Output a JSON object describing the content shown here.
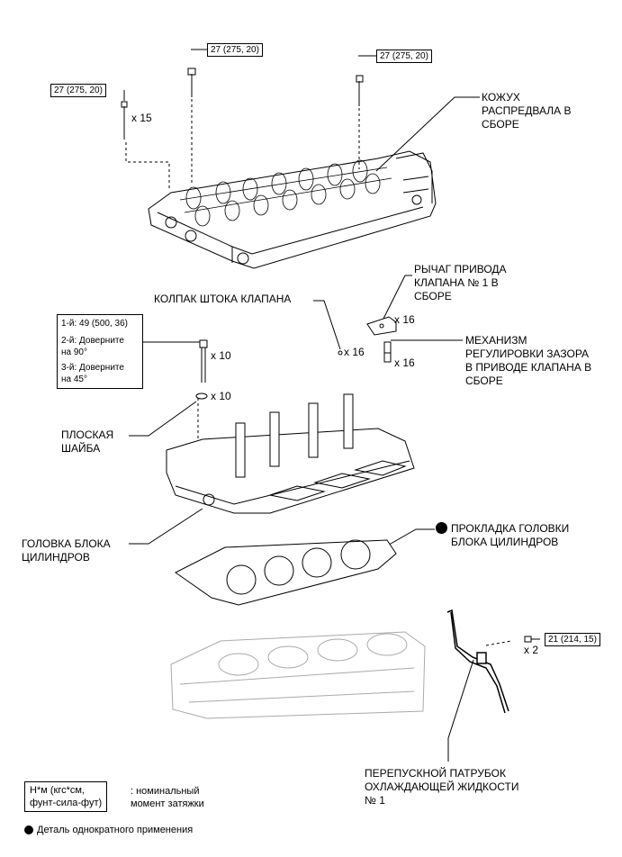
{
  "torque_specs": {
    "cam_top_center": "27 (275, 20)",
    "cam_top_right": "27 (275, 20)",
    "cam_left": "27 (275, 20)",
    "bypass_bolt": "21 (214, 15)",
    "head_bolt": {
      "line1": "1-й: 49 (500, 36)",
      "line2": "2-й: Доверните\nна 90°",
      "line3": "3-й: Доверните\nна 45°"
    }
  },
  "quantities": {
    "cam_bolts": "x 15",
    "rocker_arm": "x 16",
    "cap": "x 16",
    "adjuster": "x 16",
    "head_bolts": "x 10",
    "washers": "x 10",
    "bypass_bolts": "x 2"
  },
  "labels": {
    "camshaft_housing": "КОЖУХ\nРАСПРЕДВАЛА В\nСБОРЕ",
    "rocker_arm": "РЫЧАГ ПРИВОДА\nКЛАПАНА № 1 В\nСБОРЕ",
    "valve_stem_cap": "КОЛПАК ШТОКА КЛАПАНА",
    "lash_adjuster": "МЕХАНИЗМ\nРЕГУЛИРОВКИ ЗАЗОРА\nВ ПРИВОДЕ КЛАПАНА В\nСБОРЕ",
    "plain_washer": "ПЛОСКАЯ\nШАЙБА",
    "cylinder_head": "ГОЛОВКА БЛОКА\nЦИЛИНДРОВ",
    "head_gasket": "ПРОКЛАДКА ГОЛОВКИ\nБЛОКА ЦИЛИНДРОВ",
    "bypass_pipe": "ПЕРЕПУСКНОЙ ПАТРУБОК\nОХЛАЖДАЮЩЕЙ ЖИДКОСТИ\n№ 1"
  },
  "legend": {
    "unit": "Н*м (кгс*см,\nфунт-сила-фут)",
    "unit_desc": ": номинальный\nмомент затяжки",
    "non_reusable": "Деталь однократного применения"
  },
  "colors": {
    "line": "#000000",
    "dot": "#000000"
  }
}
